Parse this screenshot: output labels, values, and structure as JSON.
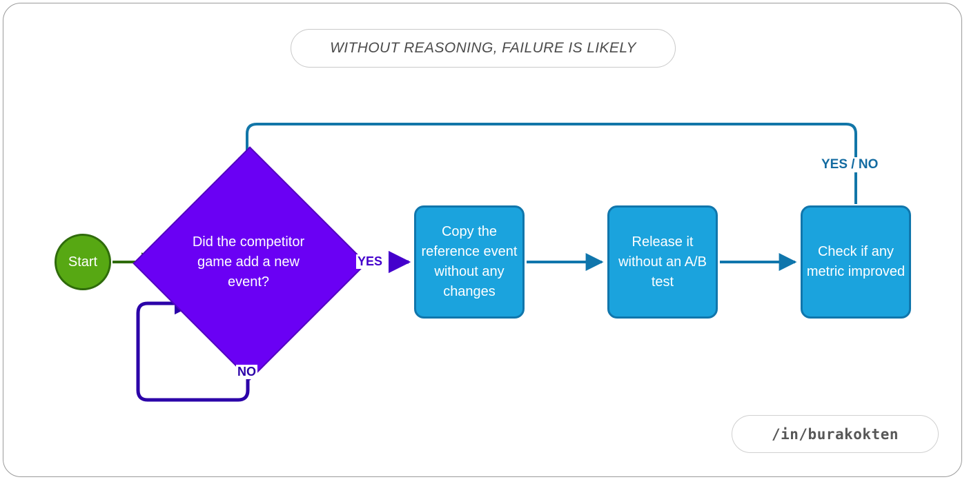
{
  "title": {
    "text": "WITHOUT REASONING, FAILURE IS LIKELY"
  },
  "handle": {
    "text": "/in/burakokten"
  },
  "colors": {
    "start_fill": "#57a813",
    "start_border": "#2f6b0b",
    "decision_fill": "#6a00f4",
    "decision_border": "#5300c0",
    "process_fill": "#1ba3dd",
    "process_border": "#1076ac",
    "yes_arrow": "#4400cc",
    "no_arrow": "#2b00a8",
    "flow_arrow": "#1076ac",
    "frame_border": "#9a9a9a",
    "title_text": "#4c4c4c",
    "handle_text": "#575757"
  },
  "nodes": {
    "start": {
      "label": "Start",
      "shape": "circle"
    },
    "decision": {
      "label": "Did the competitor game add a new event?",
      "shape": "diamond"
    },
    "copy": {
      "label": "Copy the reference event without any changes",
      "shape": "rounded-rect"
    },
    "release": {
      "label": "Release it without an A/B test",
      "shape": "rounded-rect"
    },
    "check": {
      "label": "Check if any metric improved",
      "shape": "rounded-rect"
    }
  },
  "edges": {
    "start_to_decision": {
      "label": ""
    },
    "decision_yes": {
      "label": "YES"
    },
    "decision_no": {
      "label": "NO"
    },
    "check_feedback": {
      "label": "YES / NO"
    }
  }
}
